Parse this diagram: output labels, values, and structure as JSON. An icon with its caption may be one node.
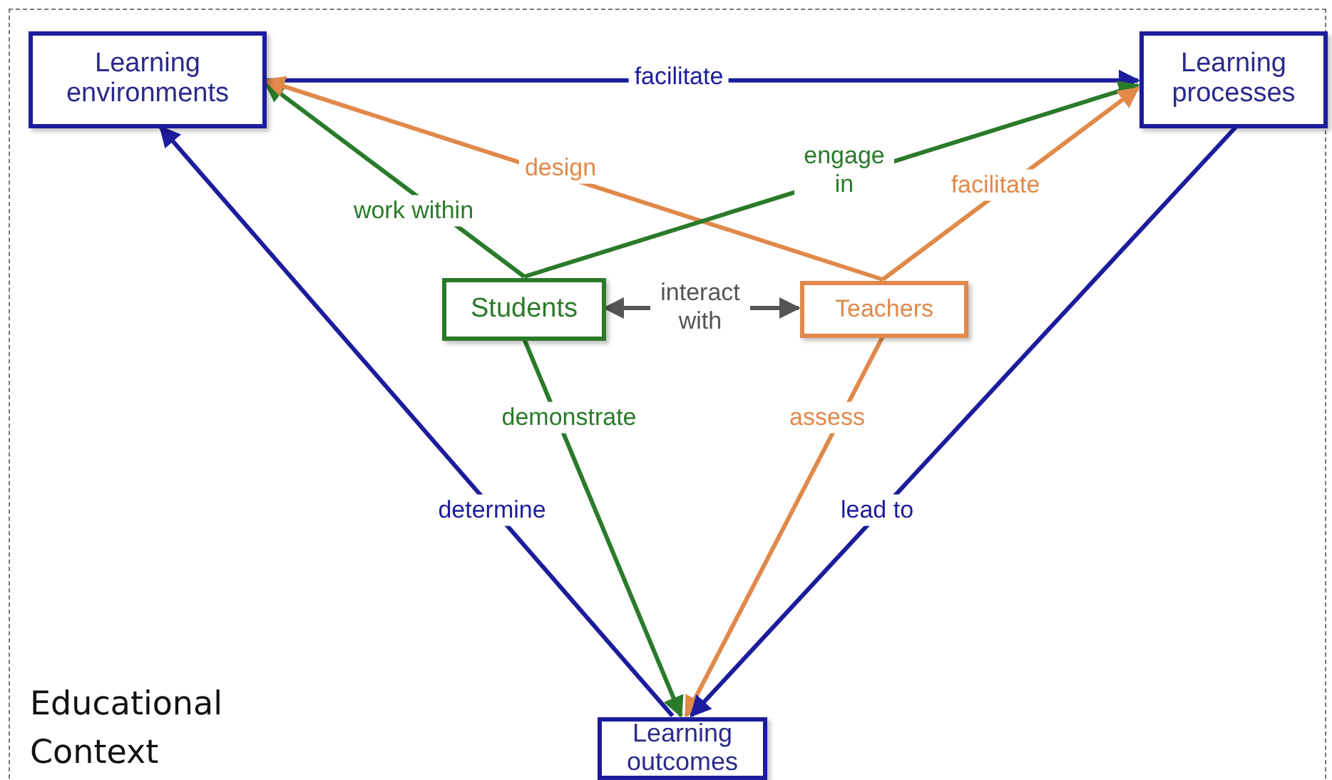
{
  "diagram": {
    "nodes": [
      {
        "text": [
          "Educational Context"
        ]
      },
      {
        "text": [
          "Learning environments"
        ],
        "in": 0
      },
      {
        "text": [
          "Learning processes"
        ],
        "in": 0
      },
      {
        "text": [
          "Students"
        ],
        "in": 0
      },
      {
        "text": [
          "Teachers"
        ],
        "in": 0
      },
      {
        "text": [
          "Learning outcomes"
        ],
        "in": 0
      }
    ],
    "edges": [
      {
        "from": 1,
        "to": 2,
        "arrow": "to",
        "label": "facilitate",
        "color": "#1c1c9c"
      },
      {
        "from": 3,
        "to": 1,
        "arrow": "to",
        "label": "work within",
        "color": "#2a7a2a"
      },
      {
        "from": 4,
        "to": 1,
        "arrow": "to",
        "label": "design",
        "color": "#e0894a"
      },
      {
        "from": 3,
        "to": 2,
        "arrow": "to",
        "label": "engage in",
        "color": "#2a7a2a"
      },
      {
        "from": 4,
        "to": 2,
        "arrow": "to",
        "label": "facilitate",
        "color": "#e0894a"
      },
      {
        "from": 3,
        "to": 4,
        "arrow": "both",
        "label": "interact with",
        "color": "#555555"
      },
      {
        "from": 3,
        "to": 5,
        "arrow": "to",
        "label": "demonstrate",
        "color": "#2a7a2a"
      },
      {
        "from": 4,
        "to": 5,
        "arrow": "to",
        "label": "assess",
        "color": "#e0894a"
      },
      {
        "from": 5,
        "to": 1,
        "arrow": "to",
        "label": "determine",
        "color": "#1c1c9c"
      },
      {
        "from": 2,
        "to": 5,
        "arrow": "to",
        "label": "lead to",
        "color": "#1c1c9c"
      }
    ]
  }
}
